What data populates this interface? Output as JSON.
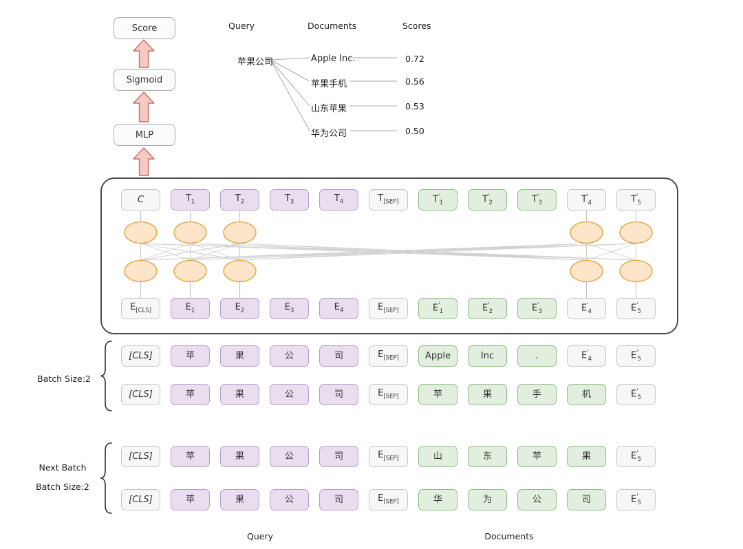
{
  "colors": {
    "purple": {
      "bg": "#e9ddf0",
      "bd": "#b79fc9"
    },
    "green": {
      "bg": "#e2efde",
      "bd": "#8fbe85"
    },
    "gray": {
      "bg": "#f7f7f7",
      "bd": "#c6c6c6"
    },
    "orange": {
      "bg": "#fce5c9",
      "bd": "#dfa23c"
    },
    "arrow": {
      "bg": "#f6c9c5",
      "bd": "#c96e69"
    },
    "encoder_border": "#4a4a4a",
    "connector_line": "#cfcfcf"
  },
  "pipeline": {
    "score": "Score",
    "sigmoid": "Sigmoid",
    "mlp": "MLP"
  },
  "ranking": {
    "header_query": "Query",
    "header_documents": "Documents",
    "header_scores": "Scores",
    "query": "苹果公司",
    "rows": [
      {
        "doc": "Apple Inc.",
        "score": "0.72"
      },
      {
        "doc": "苹果手机",
        "score": "0.56"
      },
      {
        "doc": "山东苹果",
        "score": "0.53"
      },
      {
        "doc": "华为公司",
        "score": "0.50"
      }
    ]
  },
  "encoder": {
    "top_tokens": [
      {
        "m": "C",
        "c": "gray",
        "it": true
      },
      {
        "m": "T",
        "s": "1",
        "c": "purple"
      },
      {
        "m": "T",
        "s": "2",
        "c": "purple"
      },
      {
        "m": "T",
        "s": "3",
        "c": "purple"
      },
      {
        "m": "T",
        "s": "4",
        "c": "purple"
      },
      {
        "m": "T",
        "s": "[SEP]",
        "c": "gray"
      },
      {
        "m": "T",
        "pr": true,
        "s": "1",
        "c": "green"
      },
      {
        "m": "T",
        "pr": true,
        "s": "2",
        "c": "green"
      },
      {
        "m": "T",
        "pr": true,
        "s": "3",
        "c": "green"
      },
      {
        "m": "T",
        "pr": true,
        "s": "4",
        "c": "gray"
      },
      {
        "m": "T",
        "pr": true,
        "s": "5",
        "c": "gray"
      }
    ],
    "bottom_tokens": [
      {
        "m": "E",
        "s": "[CLS]",
        "c": "gray"
      },
      {
        "m": "E",
        "s": "1",
        "c": "purple"
      },
      {
        "m": "E",
        "s": "2",
        "c": "purple"
      },
      {
        "m": "E",
        "s": "3",
        "c": "purple"
      },
      {
        "m": "E",
        "s": "4",
        "c": "purple"
      },
      {
        "m": "E",
        "s": "[SEP]",
        "c": "gray"
      },
      {
        "m": "E",
        "pr": true,
        "s": "1",
        "c": "green"
      },
      {
        "m": "E",
        "pr": true,
        "s": "2",
        "c": "green"
      },
      {
        "m": "E",
        "pr": true,
        "s": "3",
        "c": "green"
      },
      {
        "m": "E",
        "pr": true,
        "s": "4",
        "c": "gray"
      },
      {
        "m": "E",
        "pr": true,
        "s": "5",
        "c": "gray"
      }
    ],
    "ellipse_columns": [
      0,
      1,
      2,
      9,
      10
    ]
  },
  "batches": [
    {
      "label_lines": [
        "Batch Size:2"
      ],
      "rows": [
        [
          {
            "m": "[CLS]",
            "c": "gray",
            "it": true
          },
          {
            "m": "苹",
            "c": "purple"
          },
          {
            "m": "果",
            "c": "purple"
          },
          {
            "m": "公",
            "c": "purple"
          },
          {
            "m": "司",
            "c": "purple"
          },
          {
            "m": "E",
            "s": "[SEP]",
            "c": "gray"
          },
          {
            "m": "Apple",
            "c": "green"
          },
          {
            "m": "Inc",
            "c": "green"
          },
          {
            "m": ".",
            "c": "green"
          },
          {
            "m": "E",
            "pr": true,
            "s": "4",
            "c": "gray"
          },
          {
            "m": "E",
            "pr": true,
            "s": "5",
            "c": "gray"
          }
        ],
        [
          {
            "m": "[CLS]",
            "c": "gray",
            "it": true
          },
          {
            "m": "苹",
            "c": "purple"
          },
          {
            "m": "果",
            "c": "purple"
          },
          {
            "m": "公",
            "c": "purple"
          },
          {
            "m": "司",
            "c": "purple"
          },
          {
            "m": "E",
            "s": "[SEP]",
            "c": "gray"
          },
          {
            "m": "苹",
            "c": "green"
          },
          {
            "m": "果",
            "c": "green"
          },
          {
            "m": "手",
            "c": "green"
          },
          {
            "m": "机",
            "c": "green"
          },
          {
            "m": "E",
            "pr": true,
            "s": "5",
            "c": "gray"
          }
        ]
      ]
    },
    {
      "label_lines": [
        "Next Batch",
        "Batch Size:2"
      ],
      "rows": [
        [
          {
            "m": "[CLS]",
            "c": "gray",
            "it": true
          },
          {
            "m": "苹",
            "c": "purple"
          },
          {
            "m": "果",
            "c": "purple"
          },
          {
            "m": "公",
            "c": "purple"
          },
          {
            "m": "司",
            "c": "purple"
          },
          {
            "m": "E",
            "s": "[SEP]",
            "c": "gray"
          },
          {
            "m": "山",
            "c": "green"
          },
          {
            "m": "东",
            "c": "green"
          },
          {
            "m": "苹",
            "c": "green"
          },
          {
            "m": "果",
            "c": "green"
          },
          {
            "m": "E",
            "pr": true,
            "s": "5",
            "c": "gray"
          }
        ],
        [
          {
            "m": "[CLS]",
            "c": "gray",
            "it": true
          },
          {
            "m": "苹",
            "c": "purple"
          },
          {
            "m": "果",
            "c": "purple"
          },
          {
            "m": "公",
            "c": "purple"
          },
          {
            "m": "司",
            "c": "purple"
          },
          {
            "m": "E",
            "s": "[SEP]",
            "c": "gray"
          },
          {
            "m": "华",
            "c": "green"
          },
          {
            "m": "为",
            "c": "green"
          },
          {
            "m": "公",
            "c": "green"
          },
          {
            "m": "司",
            "c": "green"
          },
          {
            "m": "E",
            "pr": true,
            "s": "5",
            "c": "gray"
          }
        ]
      ]
    }
  ],
  "footer": {
    "query": "Query",
    "documents": "Documents"
  }
}
